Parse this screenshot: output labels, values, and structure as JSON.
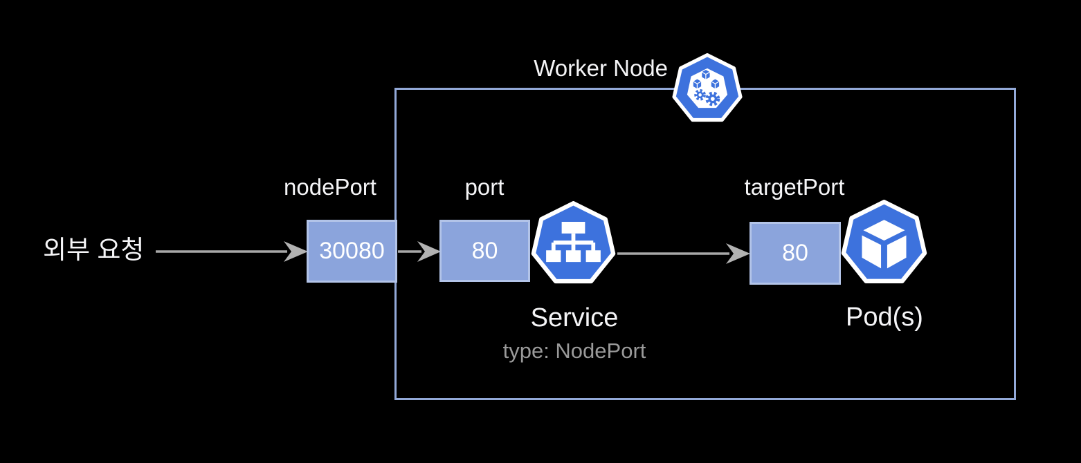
{
  "diagram": {
    "worker_node_title": "Worker Node",
    "external_request_label": "외부 요청",
    "node_port": {
      "label": "nodePort",
      "value": "30080"
    },
    "port": {
      "label": "port",
      "value": "80"
    },
    "target_port": {
      "label": "targetPort",
      "value": "80"
    },
    "service": {
      "caption": "Service",
      "type_caption": "type: NodePort"
    },
    "pods": {
      "caption": "Pod(s)"
    },
    "icons": {
      "node": "kubernetes-node-icon",
      "service": "kubernetes-service-icon",
      "pod": "kubernetes-pod-icon"
    },
    "colors": {
      "background": "#000000",
      "box_fill": "#8ba4dc",
      "box_border": "#b3c4e8",
      "worker_node_border": "#93a9d8",
      "kubernetes_blue": "#3d72dd",
      "arrow_gray": "#a8a8a8",
      "text_primary": "#f5f5f7",
      "text_secondary": "#9a9a9a"
    }
  }
}
